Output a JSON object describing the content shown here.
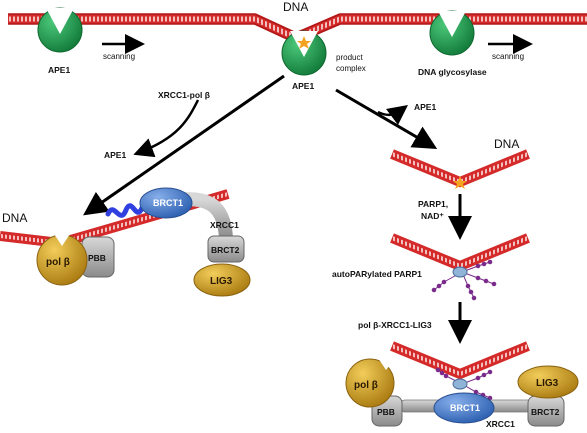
{
  "labels": {
    "dna_top": "DNA",
    "ape1_left": "APE1",
    "scanning_left": "scanning",
    "product_complex": "product complex",
    "ape1_center": "APE1",
    "dna_glycosylase": "DNA glycosylase",
    "scanning_right": "scanning",
    "xrcc1_polb": "XRCC1-pol β",
    "ape1_released_left": "APE1",
    "ape1_released_right": "APE1",
    "dna_left": "DNA",
    "dna_right": "DNA",
    "parp1": "PARP1,",
    "nad": "NAD⁺",
    "autoparylated": "autoPARylated PARP1",
    "polb_xrcc1_lig3": "pol β-XRCC1-LIG3"
  },
  "proteins_left": {
    "polb": "pol β",
    "pbb": "PBB",
    "brct1": "BRCT1",
    "xrcc1": "XRCC1",
    "brct2": "BRCT2",
    "lig3": "LIG3"
  },
  "proteins_right": {
    "polb": "pol β",
    "pbb": "PBB",
    "brct1": "BRCT1",
    "xrcc1": "XRCC1",
    "brct2": "BRCT2",
    "lig3": "LIG3"
  },
  "colors": {
    "dna_strand": "#d42a2a",
    "ape1_green": "#1f9a4f",
    "polb_gold": "#d9a521",
    "brct1_blue": "#4a7fd0",
    "gray_domain": "#a9a9a9",
    "linker_blue": "#3040e0",
    "lesion_orange": "#f5a21e",
    "par_purple": "#7a2a8a",
    "parp1_blue": "#8fb4d8"
  }
}
